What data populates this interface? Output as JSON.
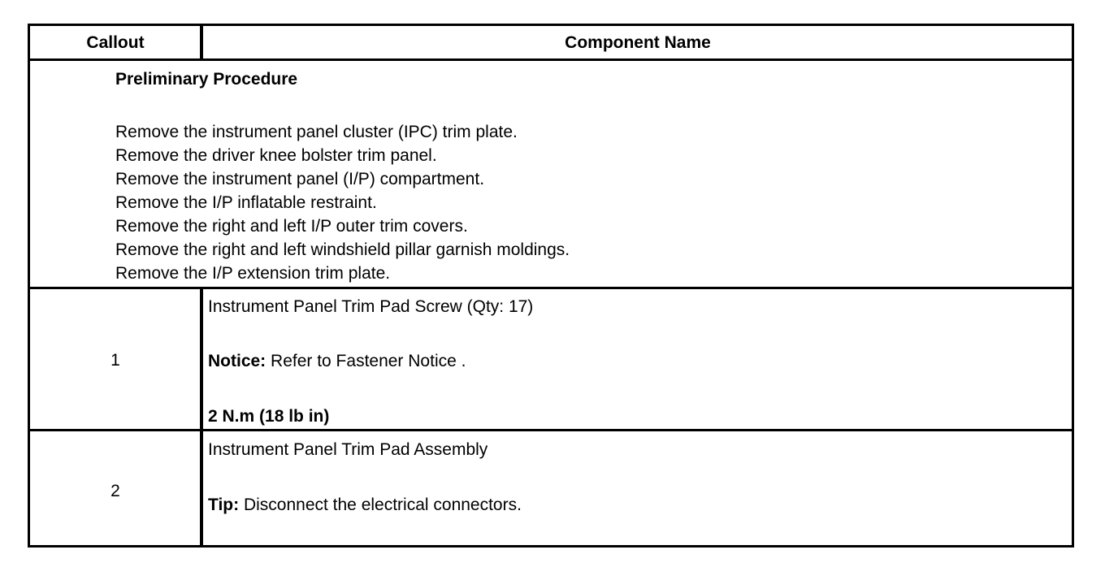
{
  "header": {
    "callout_label": "Callout",
    "component_label": "Component Name"
  },
  "preliminary": {
    "title": "Preliminary Procedure",
    "steps": [
      "Remove the instrument panel cluster (IPC) trim plate.",
      "Remove the driver knee bolster trim panel.",
      "Remove the instrument panel (I/P) compartment.",
      "Remove the I/P inflatable restraint.",
      "Remove the right and left I/P outer trim covers.",
      "Remove the right and left windshield pillar garnish moldings.",
      "Remove the I/P extension trim plate."
    ]
  },
  "rows": [
    {
      "callout": "1",
      "name": "Instrument Panel Trim Pad Screw (Qty: 17)",
      "notice_label": "Notice:",
      "notice_text": " Refer to Fastener Notice .",
      "torque": "2 N.m (18 lb in)"
    },
    {
      "callout": "2",
      "name": "Instrument Panel Trim Pad Assembly",
      "tip_label": "Tip:",
      "tip_text": " Disconnect the electrical connectors."
    }
  ]
}
